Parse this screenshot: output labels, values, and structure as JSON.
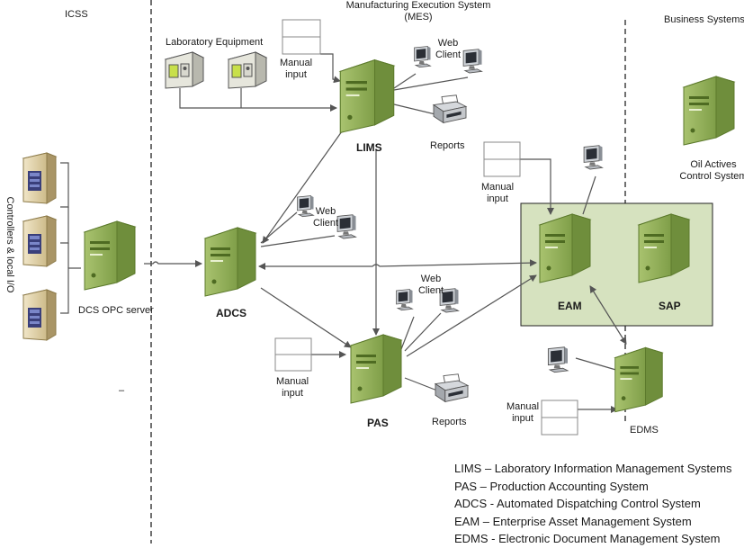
{
  "zones": {
    "icss": "ICSS",
    "mes_line1": "Manufacturing Execution System",
    "mes_line2": "(MES)",
    "business": "Business Systems"
  },
  "labels": {
    "controllers": "Controllers & local I/O",
    "dcs_opc": "DCS OPC server",
    "lab_equipment": "Laboratory Equipment",
    "lims": "LIMS",
    "adcs": "ADCS",
    "pas": "PAS",
    "eam": "EAM",
    "sap": "SAP",
    "edms": "EDMS",
    "oil_line1": "Oil Actives",
    "oil_line2": "Control System",
    "web": "Web",
    "client": "Client",
    "manual": "Manual",
    "input": "input",
    "reports": "Reports",
    "dash": "–"
  },
  "legend": [
    "LIMS – Laboratory Information Management Systems",
    "PAS – Production Accounting System",
    "ADCS - Automated Dispatching Control System",
    "EAM – Enterprise Asset Management System",
    "EDMS - Electronic Document Management System"
  ],
  "colors": {
    "server_light": "#c9d9a0",
    "server_mid": "#9bb866",
    "server_dark": "#6f8e3c",
    "panel": "#d6e2bf",
    "line": "#555555"
  }
}
